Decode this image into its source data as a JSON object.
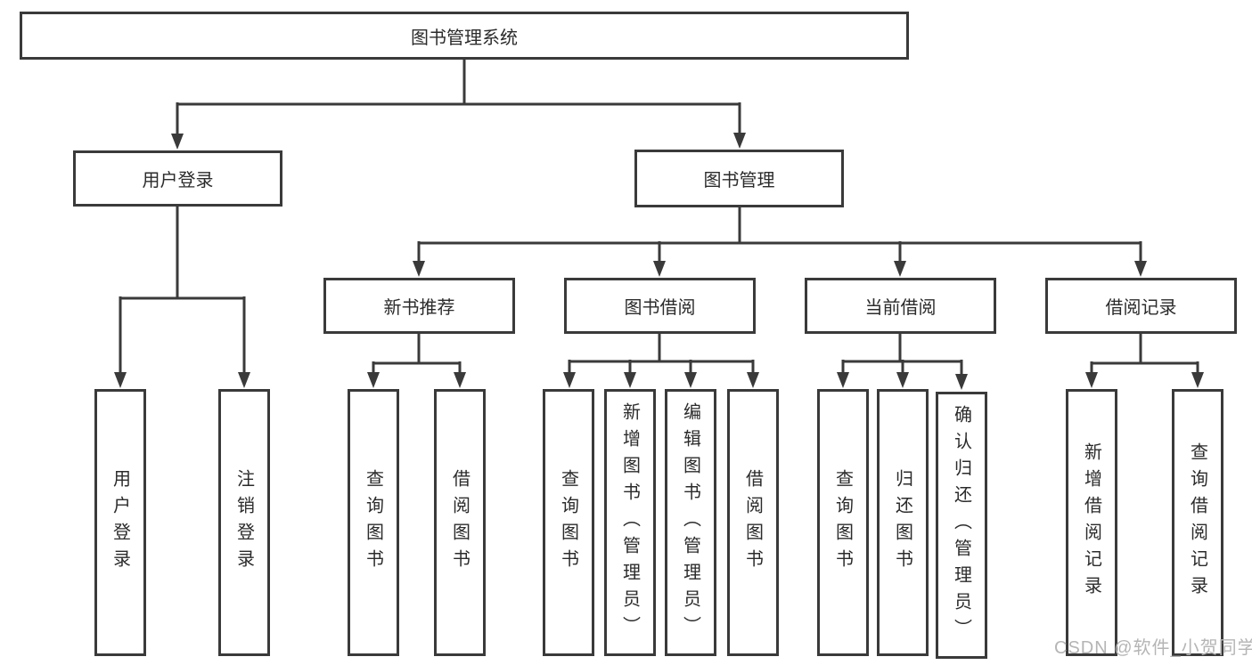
{
  "diagram": {
    "root": {
      "label": "图书管理系统"
    },
    "level2": [
      {
        "label": "用户登录"
      },
      {
        "label": "图书管理"
      }
    ],
    "level3": [
      {
        "label": "新书推荐"
      },
      {
        "label": "图书借阅"
      },
      {
        "label": "当前借阅"
      },
      {
        "label": "借阅记录"
      }
    ],
    "leaves": {
      "user": [
        {
          "label": "用户登录"
        },
        {
          "label": "注销登录"
        }
      ],
      "newbook": [
        {
          "label": "查询图书"
        },
        {
          "label": "借阅图书"
        }
      ],
      "borrow": [
        {
          "label": "查询图书"
        },
        {
          "label": "新增图书（管理员）"
        },
        {
          "label": "编辑图书（管理员）"
        },
        {
          "label": "借阅图书"
        }
      ],
      "current": [
        {
          "label": "查询图书"
        },
        {
          "label": "归还图书"
        },
        {
          "label": "确认归还（管理员）"
        }
      ],
      "record": [
        {
          "label": "新增借阅记录"
        },
        {
          "label": "查询借阅记录"
        }
      ]
    },
    "watermark": "CSDN @软件_小贺同学",
    "colors": {
      "line": "#3a3a3a",
      "text": "#2b2b2b",
      "watermark": "#b5b5b5",
      "background": "#ffffff"
    }
  }
}
